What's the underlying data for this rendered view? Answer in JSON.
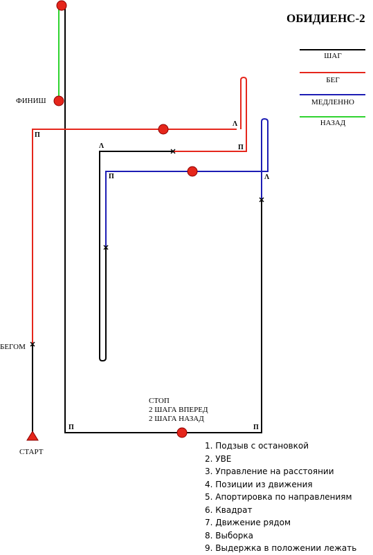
{
  "title": "ОБИДИЕНС-2",
  "legend": [
    {
      "label": "ШАГ",
      "color": "#000000"
    },
    {
      "label": "БЕГ",
      "color": "#e5261b"
    },
    {
      "label": "МЕДЛЕННО",
      "color": "#1c1cb4"
    },
    {
      "label": "НАЗАД",
      "color": "#2ed32e"
    }
  ],
  "labels": {
    "finish": "ФИНИШ",
    "start": "СТАРТ",
    "run": "БЕГОМ",
    "stop_lines": [
      "СТОП",
      "2 ШАГА ВПЕРЕД",
      "2 ШАГА НАЗАД"
    ]
  },
  "turn_marks": {
    "right": "П",
    "about": "Λ"
  },
  "exercises": [
    "1. Подзыв с остановкой",
    "2. УВЕ",
    "3. Управление на расстоянии",
    "4. Позиции из движения",
    "5. Апортировка по направлениям",
    "6. Квадрат",
    "7. Движение рядом",
    "8. Выборка",
    "9. Выдержка в положении лежать"
  ]
}
